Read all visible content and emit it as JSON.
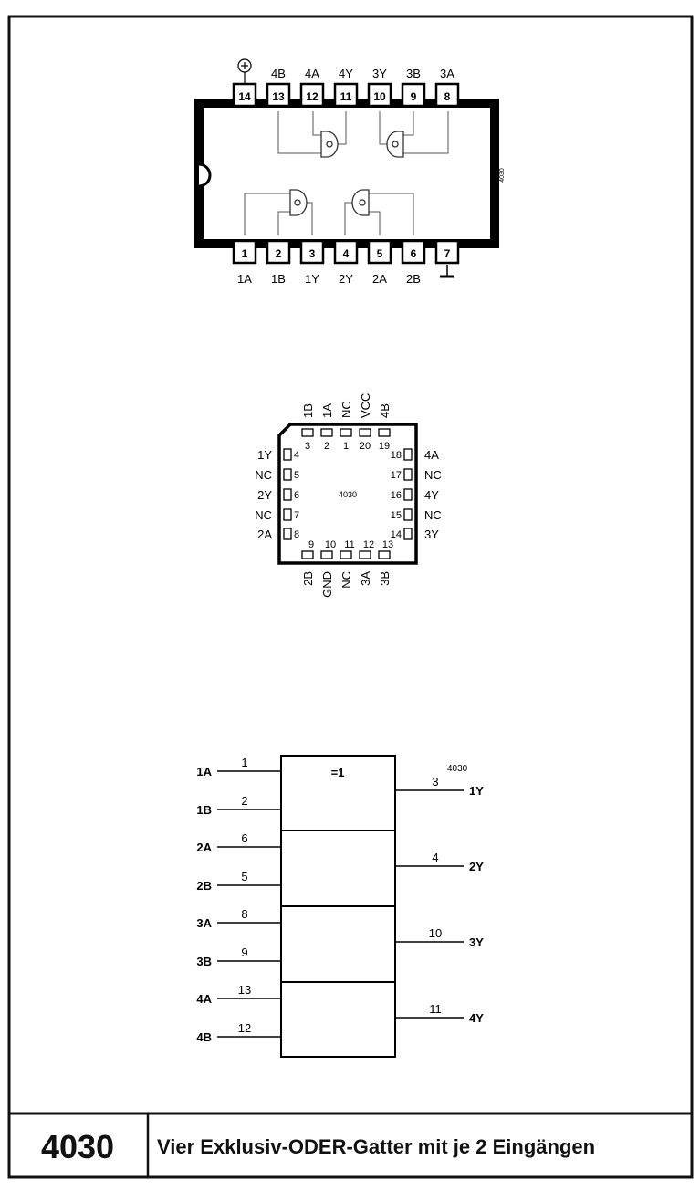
{
  "chip_id": "4030",
  "title": "Vier Exklusiv-ODER-Gatter mit je 2 Eingängen",
  "dip": {
    "top_pins": [
      {
        "num": "14",
        "label": "+"
      },
      {
        "num": "13",
        "label": "4B"
      },
      {
        "num": "12",
        "label": "4A"
      },
      {
        "num": "11",
        "label": "4Y"
      },
      {
        "num": "10",
        "label": "3Y"
      },
      {
        "num": "9",
        "label": "3B"
      },
      {
        "num": "8",
        "label": "3A"
      }
    ],
    "bottom_pins": [
      {
        "num": "1",
        "label": "1A"
      },
      {
        "num": "2",
        "label": "1B"
      },
      {
        "num": "3",
        "label": "1Y"
      },
      {
        "num": "4",
        "label": "2Y"
      },
      {
        "num": "5",
        "label": "2A"
      },
      {
        "num": "6",
        "label": "2B"
      },
      {
        "num": "7",
        "label": "GND"
      }
    ],
    "side_label": "4030"
  },
  "plcc": {
    "center_label": "4030",
    "top": [
      {
        "num": "3",
        "label": "1B"
      },
      {
        "num": "2",
        "label": "1A"
      },
      {
        "num": "1",
        "label": "NC"
      },
      {
        "num": "20",
        "label": "VCC"
      },
      {
        "num": "19",
        "label": "4B"
      }
    ],
    "left": [
      {
        "num": "4",
        "label": "1Y"
      },
      {
        "num": "5",
        "label": "NC"
      },
      {
        "num": "6",
        "label": "2Y"
      },
      {
        "num": "7",
        "label": "NC"
      },
      {
        "num": "8",
        "label": "2A"
      }
    ],
    "right": [
      {
        "num": "18",
        "label": "4A"
      },
      {
        "num": "17",
        "label": "NC"
      },
      {
        "num": "16",
        "label": "4Y"
      },
      {
        "num": "15",
        "label": "NC"
      },
      {
        "num": "14",
        "label": "3Y"
      }
    ],
    "bottom": [
      {
        "num": "9",
        "label": "2B"
      },
      {
        "num": "10",
        "label": "GND"
      },
      {
        "num": "11",
        "label": "NC"
      },
      {
        "num": "12",
        "label": "3A"
      },
      {
        "num": "13",
        "label": "3B"
      }
    ]
  },
  "logic": {
    "symbol": "=1",
    "chip_label": "4030",
    "gates": [
      {
        "in1": {
          "name": "1A",
          "num": "1"
        },
        "in2": {
          "name": "1B",
          "num": "2"
        },
        "out": {
          "name": "1Y",
          "num": "3"
        }
      },
      {
        "in1": {
          "name": "2A",
          "num": "6"
        },
        "in2": {
          "name": "2B",
          "num": "5"
        },
        "out": {
          "name": "2Y",
          "num": "4"
        }
      },
      {
        "in1": {
          "name": "3A",
          "num": "8"
        },
        "in2": {
          "name": "3B",
          "num": "9"
        },
        "out": {
          "name": "3Y",
          "num": "10"
        }
      },
      {
        "in1": {
          "name": "4A",
          "num": "13"
        },
        "in2": {
          "name": "4B",
          "num": "12"
        },
        "out": {
          "name": "4Y",
          "num": "11"
        }
      }
    ]
  }
}
